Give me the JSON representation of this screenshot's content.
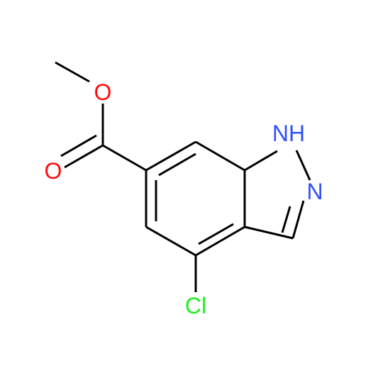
{
  "molecule": {
    "atoms": {
      "O_methoxy": {
        "symbol": "O",
        "color": "#ff0d0d"
      },
      "O_carbonyl": {
        "symbol": "O",
        "color": "#ff0d0d"
      },
      "N1": {
        "symbol": "NH",
        "color": "#3050f8"
      },
      "N2": {
        "symbol": "N",
        "color": "#3050f8"
      },
      "Cl": {
        "symbol": "Cl",
        "color": "#1ff01f"
      }
    }
  }
}
